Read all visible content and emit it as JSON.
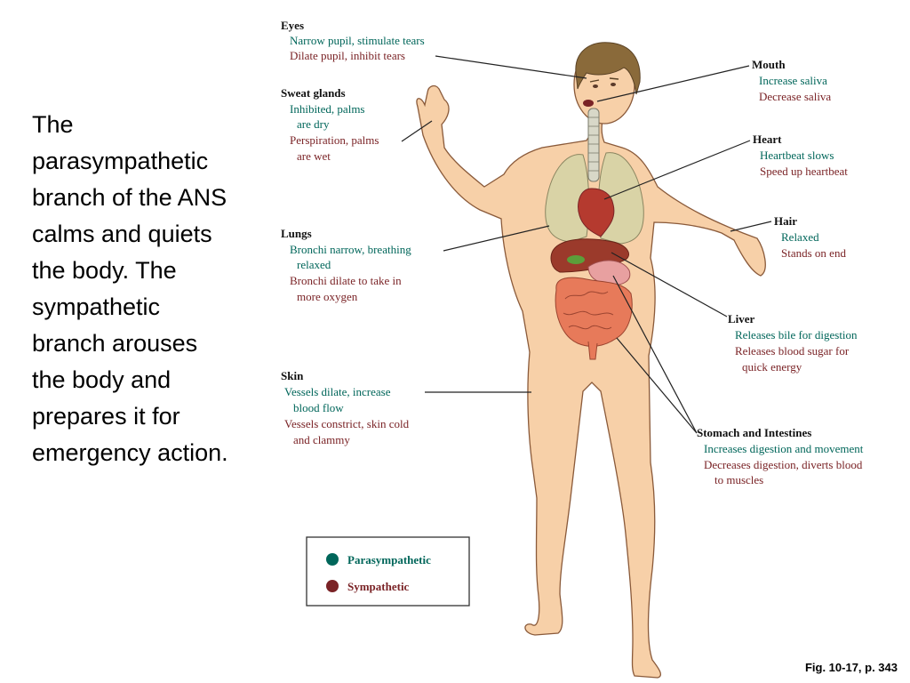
{
  "intro_text": "The parasympathetic branch of the ANS calms and quiets the body. The sympathetic branch arouses the body and prepares it for emergency action.",
  "figure_ref": "Fig. 10-17, p. 343",
  "colors": {
    "parasympathetic": "#00665a",
    "sympathetic": "#7a2326",
    "skin": "#f7d0a8",
    "skin_outline": "#8a5a3a",
    "hair": "#8a6a3a"
  },
  "organ_groups": [
    {
      "id": "eyes",
      "title": "Eyes",
      "para": [
        "Narrow pupil, stimulate tears"
      ],
      "sym": [
        "Dilate pupil, inhibit tears"
      ]
    },
    {
      "id": "sweat",
      "title": "Sweat glands",
      "para": [
        "Inhibited, palms",
        "are dry"
      ],
      "sym": [
        "Perspiration, palms",
        "are wet"
      ]
    },
    {
      "id": "lungs",
      "title": "Lungs",
      "para": [
        "Bronchi narrow, breathing",
        "relaxed"
      ],
      "sym": [
        "Bronchi dilate to take in",
        "more oxygen"
      ]
    },
    {
      "id": "skin",
      "title": "Skin",
      "para": [
        "Vessels dilate, increase",
        "blood flow"
      ],
      "sym": [
        "Vessels constrict, skin cold",
        "and clammy"
      ]
    },
    {
      "id": "mouth",
      "title": "Mouth",
      "para": [
        "Increase saliva"
      ],
      "sym": [
        "Decrease saliva"
      ]
    },
    {
      "id": "heart",
      "title": "Heart",
      "para": [
        "Heartbeat slows"
      ],
      "sym": [
        "Speed up heartbeat"
      ]
    },
    {
      "id": "hair",
      "title": "Hair",
      "para": [
        "Relaxed"
      ],
      "sym": [
        "Stands on end"
      ]
    },
    {
      "id": "liver",
      "title": "Liver",
      "para": [
        "Releases bile for digestion"
      ],
      "sym": [
        "Releases blood sugar for",
        "quick energy"
      ]
    },
    {
      "id": "stomach",
      "title": "Stomach and Intestines",
      "para": [
        "Increases digestion and movement"
      ],
      "sym": [
        "Decreases digestion, diverts blood",
        "to muscles"
      ]
    }
  ],
  "legend": {
    "parasympathetic": "Parasympathetic",
    "sympathetic": "Sympathetic"
  }
}
